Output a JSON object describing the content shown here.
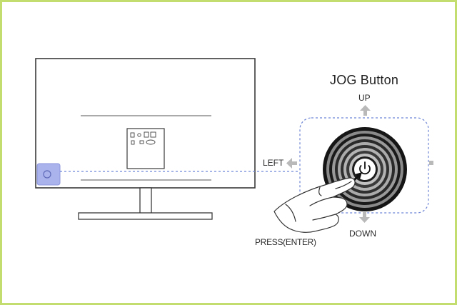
{
  "title": "JOG Button",
  "directions": {
    "up": "UP",
    "down": "DOWN",
    "left": "LEFT",
    "press": "PRESS(ENTER)"
  },
  "icons": {
    "power": "power-icon",
    "jog_button": "jog-button-icon",
    "hand": "hand-icon",
    "monitor": "monitor-icon"
  },
  "colors": {
    "frame_border": "#c3dd6e",
    "highlight": "#9aa6e8",
    "dashed_guide": "#6f86d6",
    "arrow": "#b9b9b9",
    "line_art": "#333333"
  }
}
